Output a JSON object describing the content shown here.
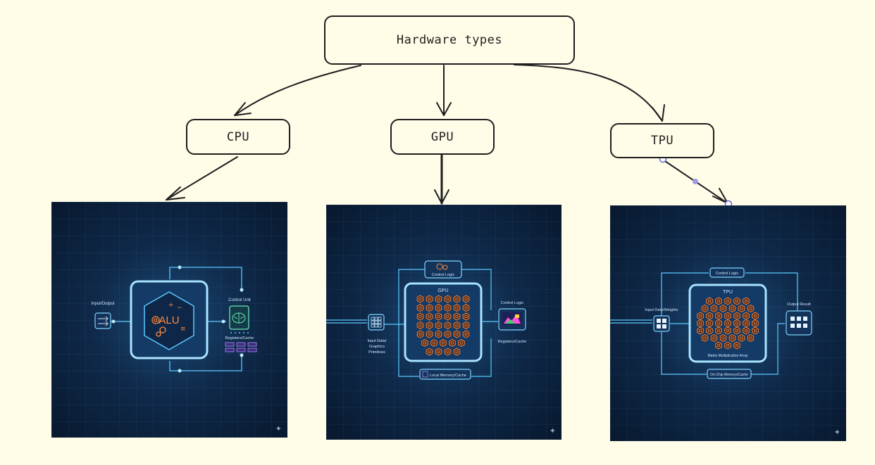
{
  "root": {
    "label": "Hardware types"
  },
  "branches": [
    {
      "label": "CPU"
    },
    {
      "label": "GPU"
    },
    {
      "label": "TPU"
    }
  ],
  "cpu_panel": {
    "io_label": "Input/Output",
    "alu_label": "ALU",
    "control_unit_label": "Control Unit",
    "registers_label": "Registers/Cache"
  },
  "gpu_panel": {
    "title": "GPU",
    "control_logic_top": "Control Logic",
    "control_logic_side": "Control Logic",
    "input_label_1": "Input Data/",
    "input_label_2": "Graphics",
    "input_label_3": "Primitives",
    "registers_label": "Registers/Cache",
    "memory_label": "Local Memory/Cache"
  },
  "tpu_panel": {
    "title": "TPU",
    "control_logic": "Control Logic",
    "input_label": "Input Data/Weights",
    "output_label": "Output Result",
    "array_label": "Matrix Multiplication Array",
    "memory_label": "On-Chip Memory/Cache"
  },
  "colors": {
    "accent_cyan": "#5cc8ff",
    "accent_orange": "#ff8a3d",
    "accent_purple": "#9b6bff",
    "sketch_stroke": "#1e1e1e",
    "canvas": "#fffce8"
  }
}
